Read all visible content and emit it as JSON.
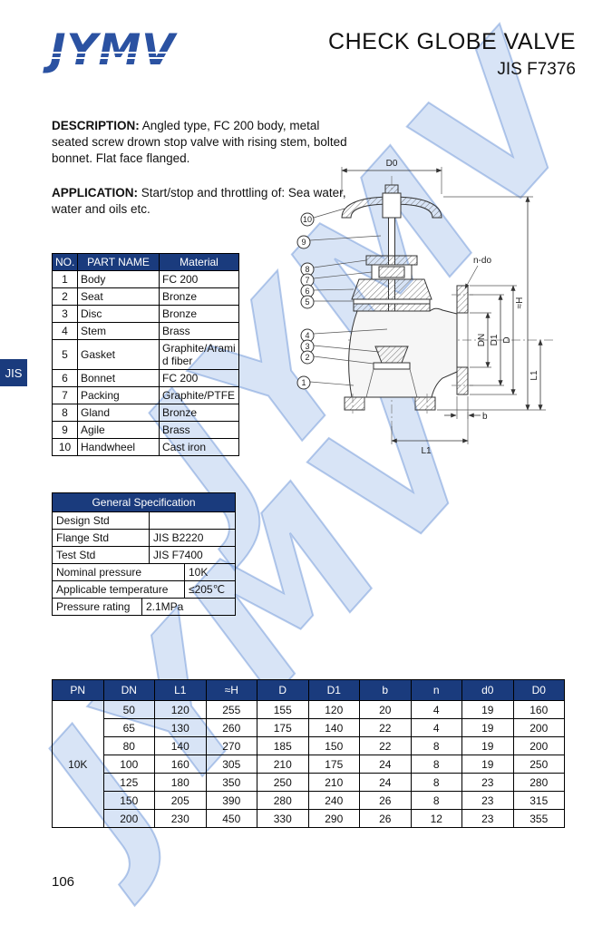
{
  "page": {
    "number": "106",
    "side_tab": "JIS",
    "watermark": "JYMV"
  },
  "header": {
    "logo": "JYMV",
    "title": "CHECK GLOBE VALVE",
    "subtitle": "JIS F7376"
  },
  "description": {
    "label": "DESCRIPTION:",
    "text": "Angled type, FC 200 body, metal seated screw drown stop valve with rising stem, bolted bonnet. Flat face flanged."
  },
  "application": {
    "label": "APPLICATION:",
    "text": "Start/stop and throttling of: Sea water, water and oils etc."
  },
  "parts_table": {
    "headers": [
      "NO.",
      "PART NAME",
      "Material"
    ],
    "rows": [
      [
        "1",
        "Body",
        "FC 200"
      ],
      [
        "2",
        "Seat",
        "Bronze"
      ],
      [
        "3",
        "Disc",
        "Bronze"
      ],
      [
        "4",
        "Stem",
        "Brass"
      ],
      [
        "5",
        "Gasket",
        "Graphite/Aramid fiber"
      ],
      [
        "6",
        "Bonnet",
        "FC 200"
      ],
      [
        "7",
        "Packing",
        "Graphite/PTFE"
      ],
      [
        "8",
        "Gland",
        "Bronze"
      ],
      [
        "9",
        "Agile",
        "Brass"
      ],
      [
        "10",
        "Handwheel",
        "Cast iron"
      ]
    ]
  },
  "spec_table": {
    "title": "General Specification",
    "rows": [
      {
        "label": "Design Std",
        "value": ""
      },
      {
        "label": "Flange Std",
        "value": "JIS B2220"
      },
      {
        "label": "Test Std",
        "value": "JIS F7400"
      },
      {
        "label": "Nominal pressure",
        "value": "10K"
      },
      {
        "label": "Applicable temperature",
        "value": "≤205℃"
      },
      {
        "label": "Pressure rating",
        "value": "2.1MPa"
      }
    ]
  },
  "dimensions_table": {
    "headers": [
      "PN",
      "DN",
      "L1",
      "≈H",
      "D",
      "D1",
      "b",
      "n",
      "d0",
      "D0"
    ],
    "pn": "10K",
    "rows": [
      [
        "50",
        "120",
        "255",
        "155",
        "120",
        "20",
        "4",
        "19",
        "160"
      ],
      [
        "65",
        "130",
        "260",
        "175",
        "140",
        "22",
        "4",
        "19",
        "200"
      ],
      [
        "80",
        "140",
        "270",
        "185",
        "150",
        "22",
        "8",
        "19",
        "200"
      ],
      [
        "100",
        "160",
        "305",
        "210",
        "175",
        "24",
        "8",
        "19",
        "250"
      ],
      [
        "125",
        "180",
        "350",
        "250",
        "210",
        "24",
        "8",
        "23",
        "280"
      ],
      [
        "150",
        "205",
        "390",
        "280",
        "240",
        "26",
        "8",
        "23",
        "315"
      ],
      [
        "200",
        "230",
        "450",
        "330",
        "290",
        "26",
        "12",
        "23",
        "355"
      ]
    ]
  },
  "drawing": {
    "labels": {
      "d0": "D0",
      "h": "≈H",
      "n_do": "n-do",
      "dn": "DN",
      "d1": "D1",
      "d": "D",
      "l1_side": "L1",
      "b": "b",
      "l1_bottom": "L1"
    },
    "callouts": [
      "1",
      "2",
      "3",
      "4",
      "5",
      "6",
      "7",
      "8",
      "9",
      "10"
    ]
  },
  "colors": {
    "header_blue": "#1a3b7d",
    "logo_blue": "#2b52a2",
    "watermark_blue": "#9dbdeb"
  }
}
